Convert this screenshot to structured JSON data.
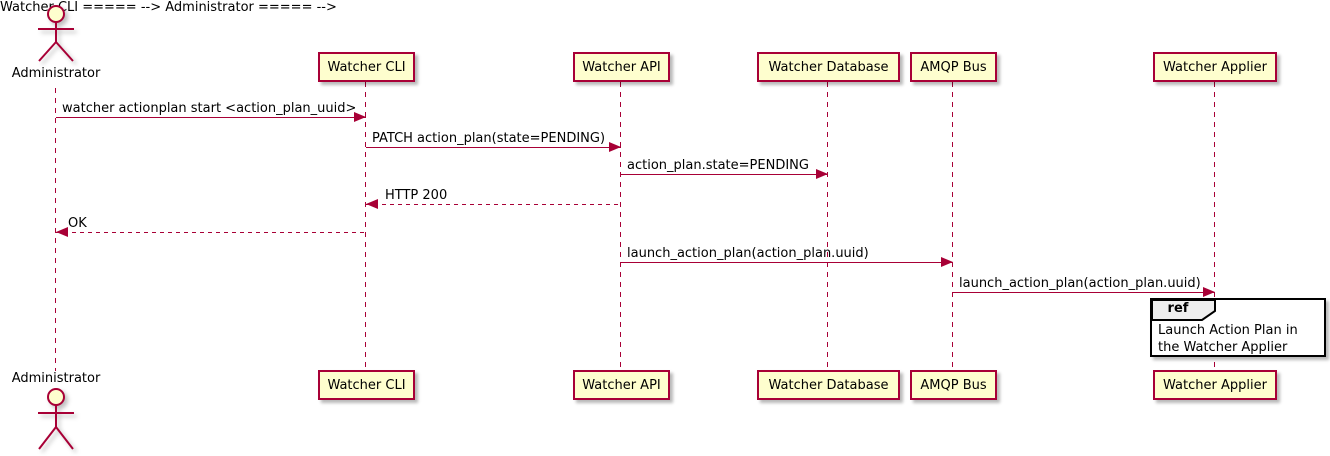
{
  "diagram_type": "uml-sequence",
  "actor": {
    "label": "Administrator"
  },
  "participants": [
    {
      "label": "Watcher CLI"
    },
    {
      "label": "Watcher API"
    },
    {
      "label": "Watcher Database"
    },
    {
      "label": "AMQP Bus"
    },
    {
      "label": "Watcher Applier"
    }
  ],
  "messages": [
    {
      "text": "watcher actionplan start <action_plan_uuid>",
      "from": "Administrator",
      "to": "Watcher CLI",
      "style": "solid"
    },
    {
      "text": "PATCH action_plan(state=PENDING)",
      "from": "Watcher CLI",
      "to": "Watcher API",
      "style": "solid"
    },
    {
      "text": "action_plan.state=PENDING",
      "from": "Watcher API",
      "to": "Watcher Database",
      "style": "solid"
    },
    {
      "text": "HTTP 200",
      "from": "Watcher API",
      "to": "Watcher CLI",
      "style": "dashed"
    },
    {
      "text": "OK",
      "from": "Watcher CLI",
      "to": "Administrator",
      "style": "dashed"
    },
    {
      "text": "launch_action_plan(action_plan.uuid)",
      "from": "Watcher API",
      "to": "AMQP Bus",
      "style": "solid"
    },
    {
      "text": "launch_action_plan(action_plan.uuid)",
      "from": "AMQP Bus",
      "to": "Watcher Applier",
      "style": "solid"
    }
  ],
  "ref": {
    "keyword": "ref",
    "text": "Launch Action Plan in the Watcher Applier",
    "over": "Watcher Applier"
  },
  "colors": {
    "participant_fill": "#FEFECE",
    "line": "#A80036",
    "text": "#000000",
    "ref_border": "#000000",
    "ref_tab_fill": "#EEEEEE"
  }
}
